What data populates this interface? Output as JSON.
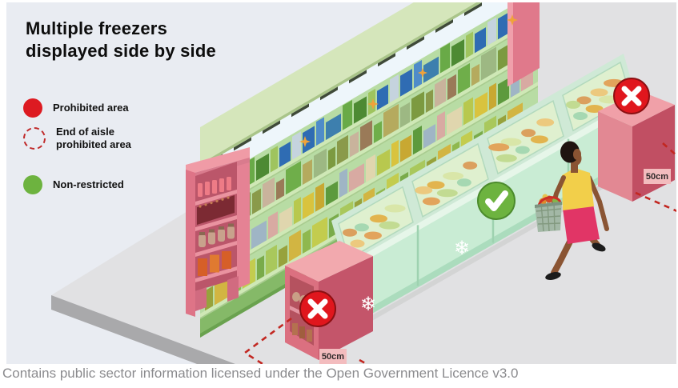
{
  "title": {
    "line1": "Multiple freezers",
    "line2": "displayed side by side"
  },
  "legend": {
    "items": [
      {
        "label": "Prohibited area",
        "swatch": "red-filled-circle"
      },
      {
        "label_line1": "End of aisle",
        "label_line2": "prohibited area",
        "swatch": "red-dashed-circle"
      },
      {
        "label": "Non-restricted",
        "swatch": "green-filled-circle"
      }
    ]
  },
  "scene": {
    "markers": [
      {
        "type": "prohibited-cross",
        "location": "near-freezer-end-display"
      },
      {
        "type": "prohibited-cross",
        "location": "far-freezer-end-display"
      },
      {
        "type": "allowed-check",
        "location": "freezer-run-middle"
      }
    ],
    "distance_tags": [
      {
        "text": "50cm",
        "location": "near-end"
      },
      {
        "text": "50cm",
        "location": "far-end"
      }
    ],
    "freezer_icon": "❄"
  },
  "colors": {
    "prohibited_red": "#e0161d",
    "non_restricted_green": "#6db33f",
    "dashed_boundary_red": "#c22721",
    "end_cap_pink": "#db7080",
    "freezer_mint": "#c9ecd4",
    "panel_background": "#e9ecf2",
    "floor_grey": "#e1e1e3"
  },
  "footer": {
    "attribution": "Contains public sector information licensed under the Open Government Licence v3.0"
  }
}
